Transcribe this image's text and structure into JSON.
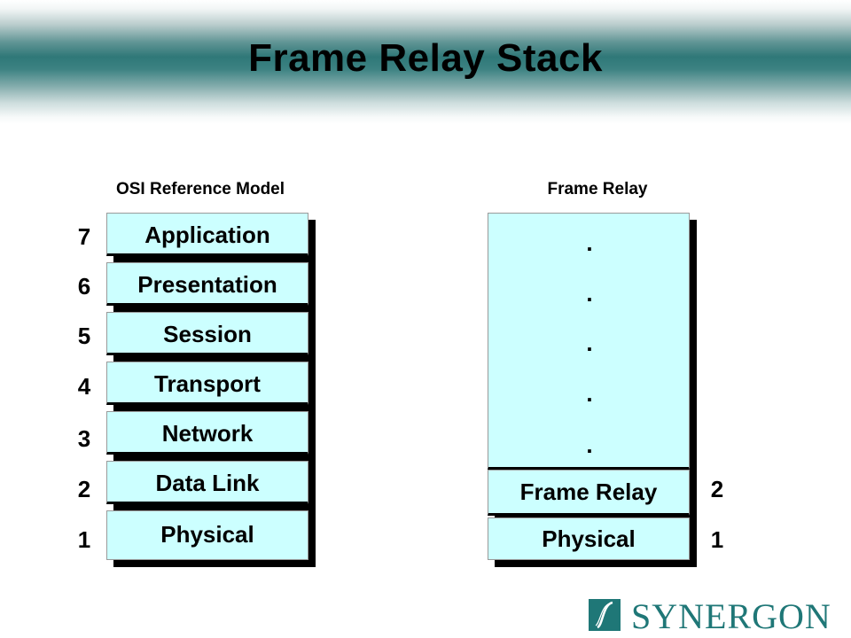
{
  "title": "Frame Relay Stack",
  "osi": {
    "heading": "OSI Reference Model",
    "layers": [
      {
        "num": "7",
        "label": "Application"
      },
      {
        "num": "6",
        "label": "Presentation"
      },
      {
        "num": "5",
        "label": "Session"
      },
      {
        "num": "4",
        "label": "Transport"
      },
      {
        "num": "3",
        "label": "Network"
      },
      {
        "num": "2",
        "label": "Data Link"
      },
      {
        "num": "1",
        "label": "Physical"
      }
    ]
  },
  "frame_relay": {
    "heading": "Frame Relay",
    "dots": [
      ".",
      ".",
      ".",
      ".",
      "."
    ],
    "layers": [
      {
        "num": "2",
        "label": "Frame Relay"
      },
      {
        "num": "1",
        "label": "Physical"
      }
    ]
  },
  "logo": {
    "text": "SYNERGON",
    "icon": "s-swoosh-icon"
  },
  "colors": {
    "layer_fill": "#ccffff",
    "banner": "#2f7878",
    "logo": "#1f7777"
  }
}
